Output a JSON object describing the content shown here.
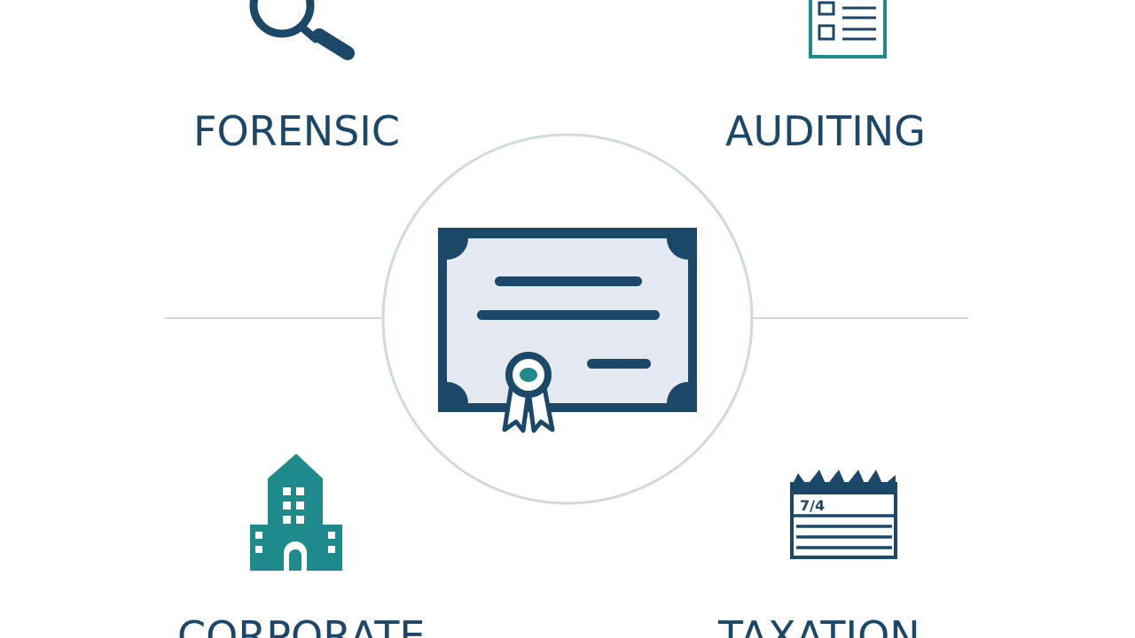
{
  "labels": {
    "forensic": "FORENSIC",
    "auditing": "AUDITING",
    "corporate": "CORPORATE",
    "taxation": "TAXATION"
  },
  "calendar_text": "7/4",
  "icons": {
    "forensic": "magnifying-glass-icon",
    "auditing": "checklist-icon",
    "center": "certificate-icon",
    "corporate": "building-icon",
    "taxation": "calendar-icon"
  },
  "colors": {
    "navy": "#1b4768",
    "teal": "#1e8a8c",
    "certificate_fill": "#e3e9ef",
    "circle_stroke": "#cfdadb",
    "connector": "#cfd8da"
  }
}
